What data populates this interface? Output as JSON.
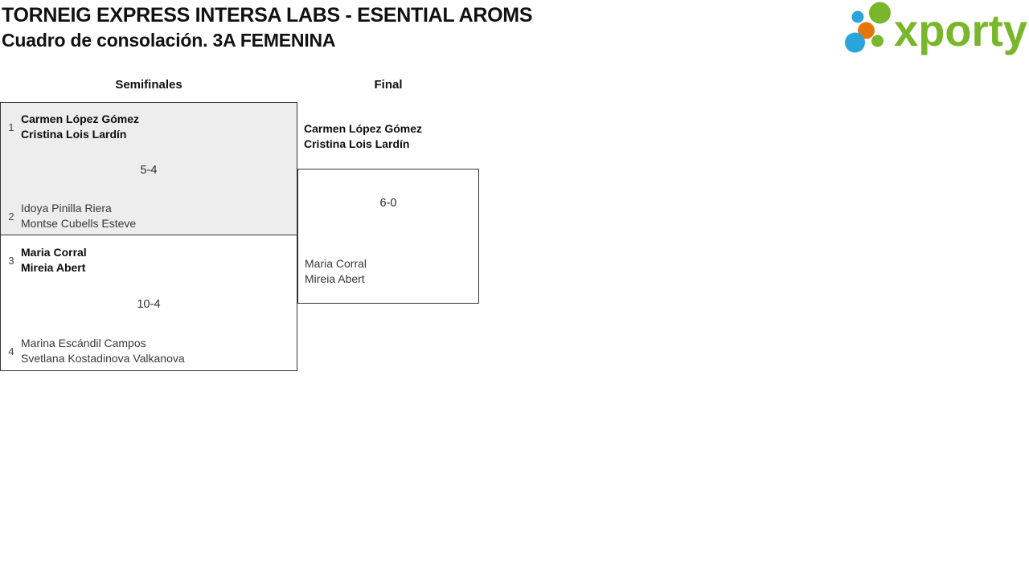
{
  "header": {
    "title": "TORNEIG EXPRESS INTERSA LABS - ESENTIAL AROMS",
    "subtitle": "Cuadro de consolación. 3A FEMENINA"
  },
  "logo": {
    "text": "xporty",
    "colors": {
      "green": "#7ab62c",
      "blue": "#2aa4dc",
      "orange": "#e5760b"
    }
  },
  "bracket": {
    "colors": {
      "border": "#333333",
      "match_alt_bg": "#ededed"
    },
    "rounds": [
      {
        "label": "Semifinales"
      },
      {
        "label": "Final"
      }
    ],
    "matches": [
      {
        "round": "Semifinales",
        "score": "5-4",
        "teams": [
          {
            "seed": "1",
            "players": [
              "Carmen López Gómez",
              "Cristina Lois Lardín"
            ],
            "winner": true
          },
          {
            "seed": "2",
            "players": [
              "Idoya Pinilla Riera",
              "Montse Cubells Esteve"
            ],
            "winner": false
          }
        ]
      },
      {
        "round": "Semifinales",
        "score": "10-4",
        "teams": [
          {
            "seed": "3",
            "players": [
              "Maria Corral",
              "Mireia Abert"
            ],
            "winner": true
          },
          {
            "seed": "4",
            "players": [
              "Marina Escándil Campos",
              "Svetlana Kostadinova Valkanova"
            ],
            "winner": false
          }
        ]
      },
      {
        "round": "Final",
        "score": "6-0",
        "teams": [
          {
            "players": [
              "Carmen López Gómez",
              "Cristina Lois Lardín"
            ],
            "winner": true
          },
          {
            "players": [
              "Maria Corral",
              "Mireia Abert"
            ],
            "winner": false
          }
        ]
      }
    ]
  }
}
